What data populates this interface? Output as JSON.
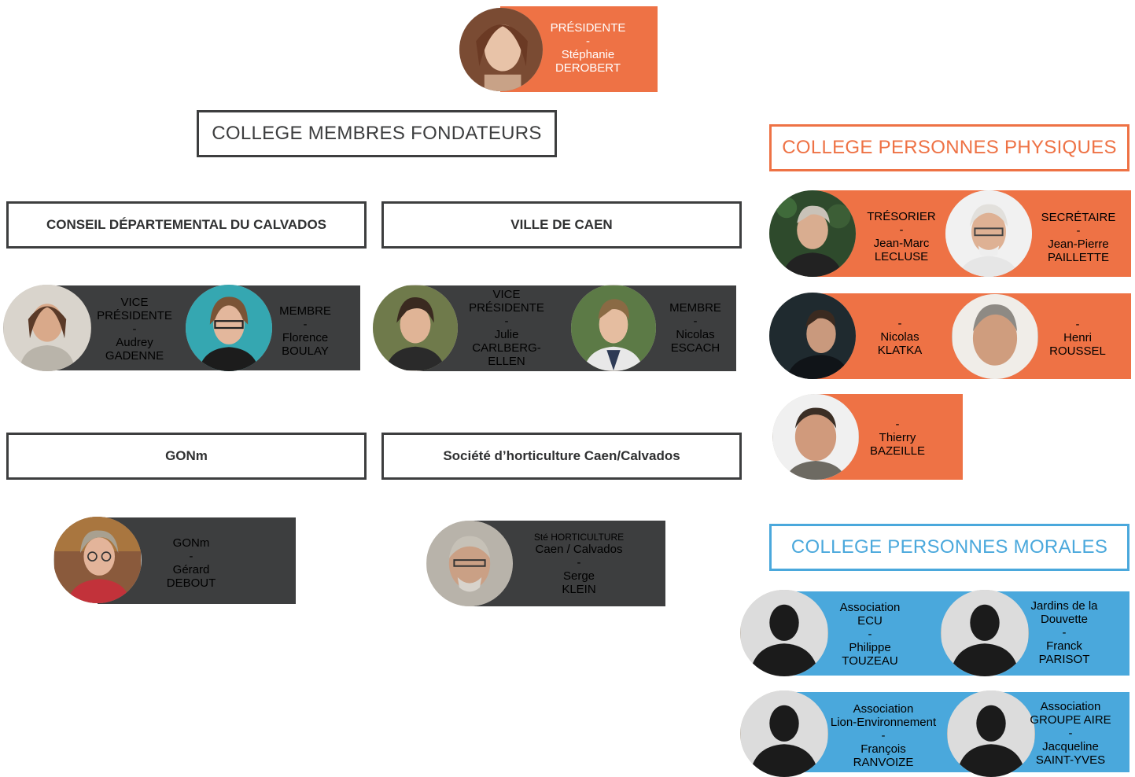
{
  "president": {
    "role": "PRÉSIDENTE",
    "sep": "-",
    "first": "Stéphanie",
    "last": "DEROBERT"
  },
  "fondateurs": {
    "title": "COLLEGE MEMBRES FONDATEURS",
    "cd": {
      "name": "CONSEIL DÉPARTEMENTAL DU CALVADOS",
      "vp": {
        "role1": "VICE",
        "role2": "PRÉSIDENTE",
        "sep": "-",
        "first": "Audrey",
        "last": "GADENNE"
      },
      "member": {
        "role": "MEMBRE",
        "sep": "-",
        "first": "Florence",
        "last": "BOULAY"
      }
    },
    "caen": {
      "name": "VILLE DE CAEN",
      "vp": {
        "role1": "VICE",
        "role2": "PRÉSIDENTE",
        "sep": "-",
        "first": "Julie",
        "last": "CARLBERG-ELLEN"
      },
      "member": {
        "role": "MEMBRE",
        "sep": "-",
        "first": "Nicolas",
        "last": "ESCACH"
      }
    },
    "gonm": {
      "name": "GONm",
      "rep": {
        "role": "GONm",
        "sep": "-",
        "first": "Gérard",
        "last": "DEBOUT"
      }
    },
    "horti": {
      "name": "Société d’horticulture Caen/Calvados",
      "rep": {
        "role1": "Sté HORTICULTURE",
        "role2": "Caen / Calvados",
        "sep": "-",
        "first": "Serge",
        "last": "KLEIN"
      }
    }
  },
  "physiques": {
    "title": "COLLEGE PERSONNES PHYSIQUES",
    "members": [
      {
        "role": "TRÉSORIER",
        "sep": "-",
        "first": "Jean-Marc",
        "last": "LECLUSE"
      },
      {
        "role": "SECRÉTAIRE",
        "sep": "-",
        "first": "Jean-Pierre",
        "last": "PAILLETTE"
      },
      {
        "sep": "-",
        "first": "Nicolas",
        "last": "KLATKA"
      },
      {
        "sep": "-",
        "first": "Henri",
        "last": "ROUSSEL"
      },
      {
        "sep": "-",
        "first": "Thierry",
        "last": "BAZEILLE"
      }
    ]
  },
  "morales": {
    "title": "COLLEGE PERSONNES MORALES",
    "members": [
      {
        "org1": "Association",
        "org2": "ECU",
        "sep": "-",
        "first": "Philippe",
        "last": "TOUZEAU"
      },
      {
        "org1": "Jardins de la",
        "org2": "Douvette",
        "sep": "-",
        "first": "Franck",
        "last": "PARISOT"
      },
      {
        "org1": "Association",
        "org2": "Lion-Environnement",
        "sep": "-",
        "first": "François",
        "last": "RANVOIZE"
      },
      {
        "org1": "Association",
        "org2": "GROUPE AIRE",
        "sep": "-",
        "first": "Jacqueline",
        "last": "SAINT-YVES"
      }
    ]
  },
  "colors": {
    "orange": "#ee7245",
    "dark": "#3d3e3f",
    "blue": "#4aa8dc"
  },
  "icons": {
    "member_photo": "portrait-photo",
    "placeholder": "silhouette-icon"
  }
}
